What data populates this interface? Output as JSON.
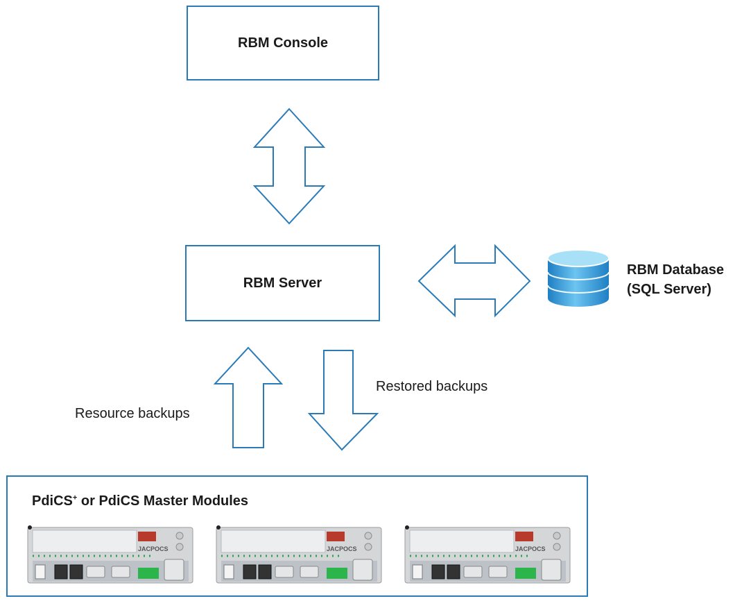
{
  "console": {
    "label": "RBM Console"
  },
  "server": {
    "label": "RBM Server"
  },
  "database": {
    "line1": "RBM Database",
    "line2": "(SQL Server)"
  },
  "edges": {
    "restored": "Restored backups",
    "resource": "Resource backups"
  },
  "modules": {
    "title_part1": "PdiCS",
    "title_sup": "+",
    "title_part2": " or PdiCS Master Modules",
    "brand": "JACPOCS",
    "device_count": 3
  },
  "colors": {
    "stroke": "#2a7ab8",
    "db_fill": "#4aa8e0",
    "db_top": "#9ad8f5"
  }
}
